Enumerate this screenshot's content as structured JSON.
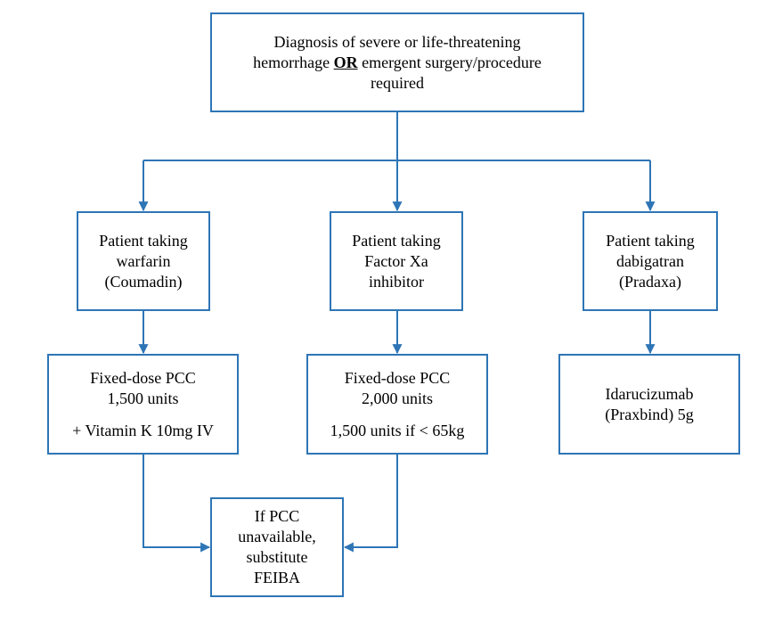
{
  "nodes": {
    "diagnosis": {
      "line1": "Diagnosis of severe or life-threatening",
      "line2_pre": "hemorrhage ",
      "line2_emph": "OR",
      "line2_post": " emergent surgery/procedure",
      "line3": "required"
    },
    "warfarin": {
      "line1": "Patient taking",
      "line2": "warfarin",
      "line3": "(Coumadin)"
    },
    "factor_xa": {
      "line1": "Patient taking",
      "line2": "Factor Xa",
      "line3": "inhibitor"
    },
    "dabigatran": {
      "line1": "Patient taking",
      "line2": "dabigatran",
      "line3": "(Pradaxa)"
    },
    "pcc_1500": {
      "line1": "Fixed-dose PCC",
      "line2": "1,500 units",
      "line3": "+ Vitamin K 10mg IV"
    },
    "pcc_2000": {
      "line1": "Fixed-dose PCC",
      "line2": "2,000 units",
      "line3": "1,500 units if < 65kg"
    },
    "idarucizumab": {
      "line1": "Idarucizumab",
      "line2": "(Praxbind) 5g"
    },
    "feiba": {
      "line1": "If PCC",
      "line2": "unavailable,",
      "line3": "substitute",
      "line4": "FEIBA"
    }
  },
  "colors": {
    "connector": "#2e75b6",
    "border": "#2e75b6",
    "text": "#000000",
    "background": "#ffffff"
  }
}
